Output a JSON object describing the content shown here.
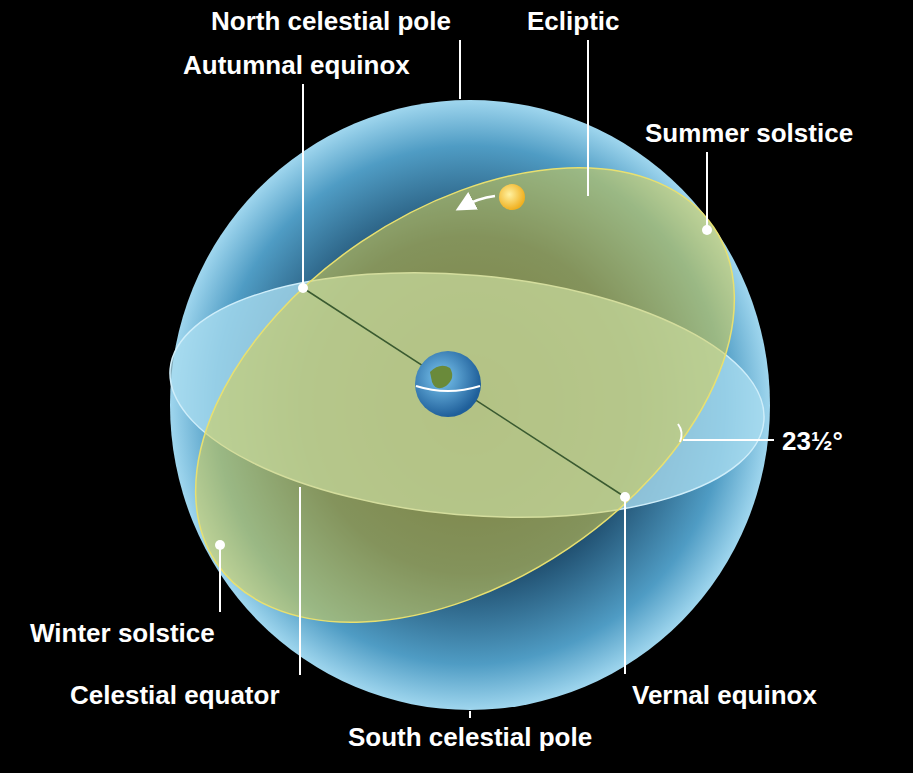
{
  "diagram": {
    "labels": [
      "North celestial pole",
      "Ecliptic",
      "Autumnal equinox",
      "Summer solstice",
      "23½°",
      "Winter solstice",
      "Celestial equator",
      "Vernal equinox",
      "South celestial pole"
    ]
  }
}
